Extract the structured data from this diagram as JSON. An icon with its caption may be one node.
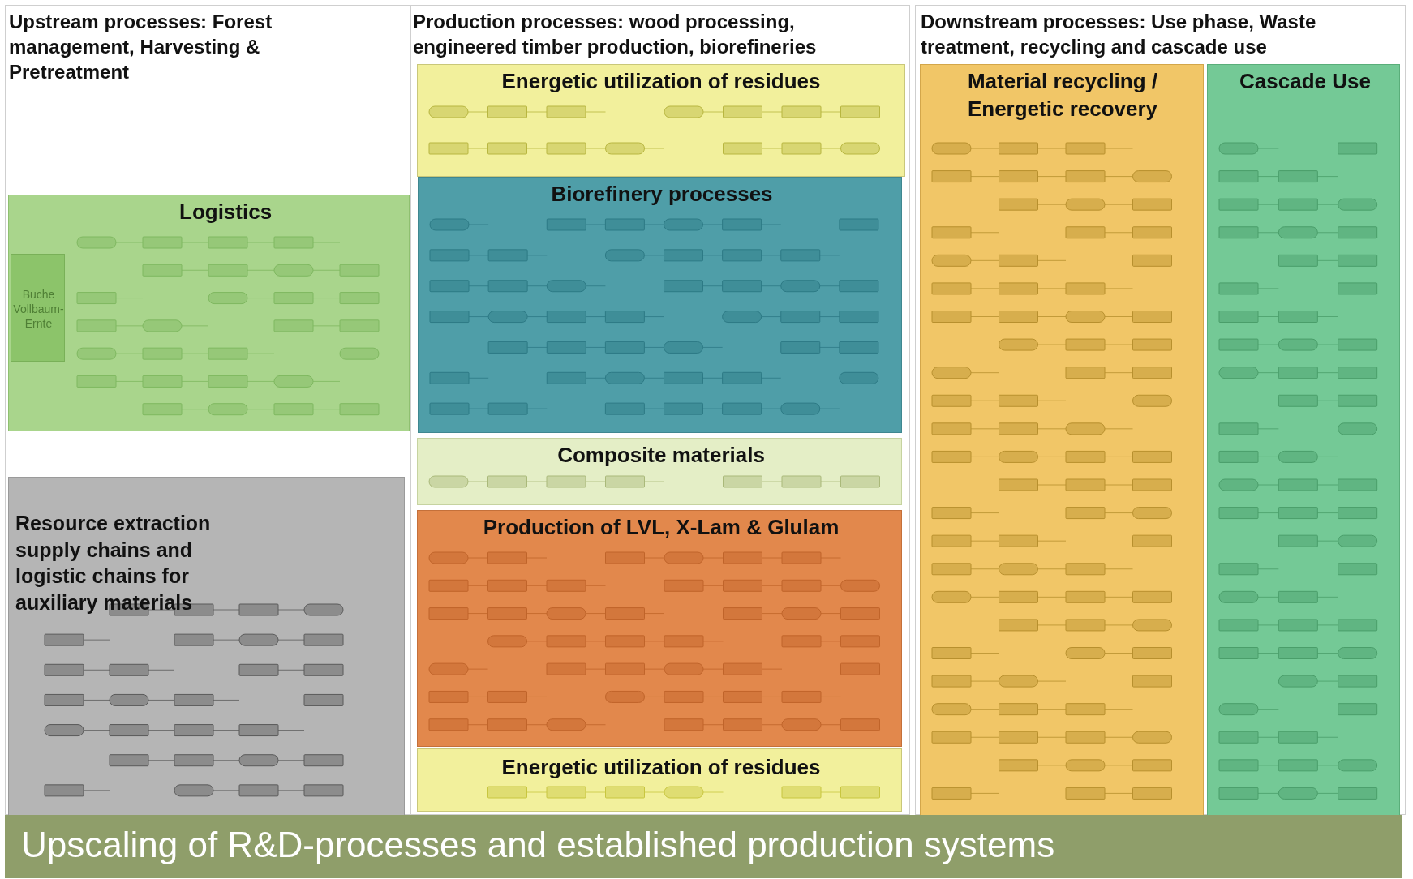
{
  "diagram": {
    "caption": "Upscaling of R&D-processes and established production systems",
    "nodes": [
      {
        "text": [
          "Upstream processes: Forest management, Harvesting & Pretreatment"
        ]
      },
      {
        "text": [
          "Production processes: wood processing, engineered timber production, biorefineries"
        ]
      },
      {
        "text": [
          "Downstream processes: Use phase, Waste treatment, recycling and cascade use"
        ]
      },
      {
        "text": [
          "Logistics"
        ],
        "in": 0
      },
      {
        "text": [
          "Buche Vollbaum-Ernte"
        ],
        "in": 3
      },
      {
        "text": [
          "Resource extraction supply chains and logistic chains for auxiliary materials"
        ],
        "in": 0
      },
      {
        "text": [
          "Energetic utilization of residues"
        ],
        "in": 1
      },
      {
        "text": [
          "Biorefinery processes"
        ],
        "in": 1
      },
      {
        "text": [
          "Composite materials"
        ],
        "in": 1
      },
      {
        "text": [
          "Production of LVL, X-Lam & Glulam"
        ],
        "in": 1
      },
      {
        "text": [
          "Energetic utilization of residues"
        ],
        "in": 1
      },
      {
        "text": [
          "Material recycling / Energetic recovery"
        ],
        "in": 2
      },
      {
        "text": [
          "Cascade Use"
        ],
        "in": 2
      }
    ],
    "edges": []
  }
}
